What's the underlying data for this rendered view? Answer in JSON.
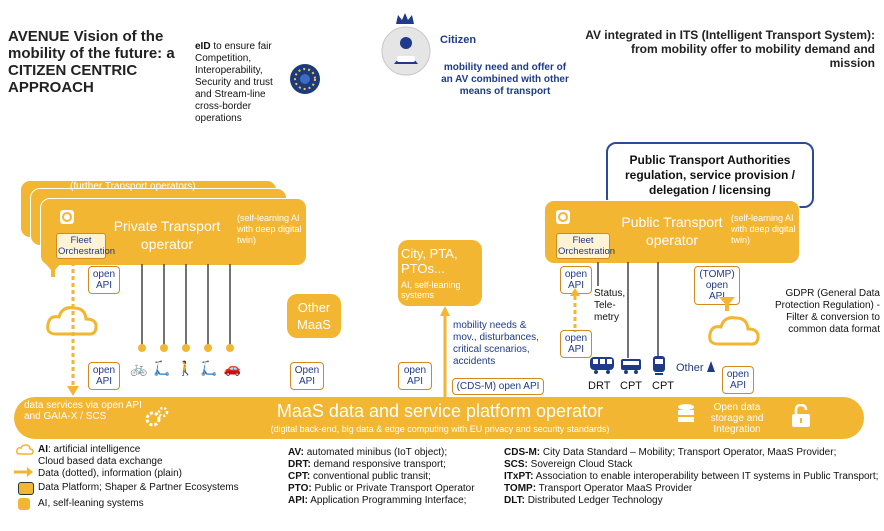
{
  "header": {
    "left_title": "AVENUE Vision of the mobility of the future: a CITIZEN CENTRIC APPROACH",
    "eid_bold": "eID",
    "eid_text": " to ensure fair Competition, Interoperability, Security and trust and Stream-line cross-border operations",
    "citizen_label": "Citizen",
    "citizen_text": "mobility need and offer of an AV combined with other means of transport",
    "right_title": "AV integrated in ITS (Intelligent Transport System): from mobility offer to mobility demand and mission"
  },
  "pta_box": "Public Transport Authorities regulation, service provision / delegation / licensing",
  "private_op": {
    "further": "(further Transport operators)",
    "title": "Private Transport operator",
    "self_learning": "(self-learning AI with deep digital twin)",
    "fleet": "Fleet Orchestration",
    "open_api_1": "open API",
    "open_api_2": "open API"
  },
  "other_maas": "Other MaaS",
  "other_maas_api": "Open API",
  "city_box": {
    "title": "City, PTA, PTOs...",
    "sub": "AI, self-leaning systems",
    "api": "open API",
    "needs": "mobility needs & mov., disturbances, critical scenarios, accidents",
    "cdsm": "(CDS-M) open API"
  },
  "public_op": {
    "title": "Public Transport",
    "title2": "operator",
    "self_learning": "(self-learning AI with deep digital twin)",
    "fleet": "Fleet Orchestration",
    "open_api_1": "open API",
    "open_api_2": "open API",
    "tomp_api": "(TOMP) open API",
    "open_api_3": "open API",
    "status": "Status, Tele-metry",
    "drt": "DRT",
    "cpt1": "CPT",
    "cpt2": "CPT",
    "other": "Other"
  },
  "gdpr": "GDPR (General Data Protection Regulation) -Filter & conversion to common data format",
  "platform": {
    "left": "data services via open API and GAIA-X / SCS",
    "title": "MaaS data and service platform operator",
    "sub": "(digital back-end, big data & edge computing with EU privacy and security standards)",
    "right": "Open data storage and Integration"
  },
  "legend": {
    "ai": "AI: artificial intelligence",
    "ai_bold": "AI",
    "ai_rest": ": artificial intelligence",
    "cloud": "Cloud based data exchange",
    "data": "Data (dotted), information (plain)",
    "platform": "Data Platform; Shaper & Partner Ecosystems",
    "selflearn": "AI, self-leaning systems"
  },
  "abbrev_col1": [
    {
      "k": "AV:",
      "v": " automated minibus (IoT object);"
    },
    {
      "k": "DRT:",
      "v": " demand responsive transport;"
    },
    {
      "k": "CPT:",
      "v": " conventional public transit;"
    },
    {
      "k": "PTO:",
      "v": " Public or Private Transport Operator"
    },
    {
      "k": "API:",
      "v": " Application Programming Interface;"
    }
  ],
  "abbrev_col2": [
    {
      "k": "CDS-M:",
      "v": " City Data Standard – Mobility; Transport Operator, MaaS Provider;"
    },
    {
      "k": "SCS:",
      "v": " Sovereign Cloud Stack"
    },
    {
      "k": "ITxPT:",
      "v": " Association to enable interoperability between IT systems in Public Transport;"
    },
    {
      "k": "TOMP:",
      "v": " Transport Operator MaaS Provider"
    },
    {
      "k": "DLT:",
      "v": " Distributed Ledger Technology"
    }
  ],
  "colors": {
    "orange": "#f2b632",
    "navy": "#1f3a8a"
  }
}
